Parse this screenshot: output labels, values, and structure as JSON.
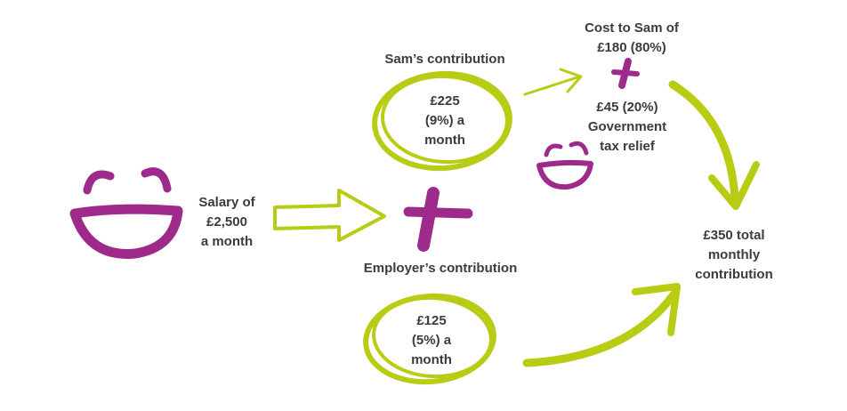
{
  "colors": {
    "green": "#b8cc14",
    "purple": "#9e2a8c",
    "text": "#3c3c3c"
  },
  "salary": {
    "line1": "Salary of",
    "line2": "£2,500",
    "line3": "a month"
  },
  "sam_contribution": {
    "title": "Sam’s contribution",
    "line1": "£225",
    "line2": "(9%) a",
    "line3": "month"
  },
  "employer_contribution": {
    "title": "Employer’s contribution",
    "line1": "£125",
    "line2": "(5%) a",
    "line3": "month"
  },
  "cost_to_sam": {
    "line1": "Cost to Sam of",
    "line2": "£180 (80%)"
  },
  "tax_relief": {
    "line1": "£45 (20%)",
    "line2": "Government",
    "line3": "tax relief"
  },
  "total": {
    "line1": "£350 total",
    "line2": "monthly",
    "line3": "contribution"
  },
  "icons": [
    "smiley-face-icon",
    "plus-icon",
    "arrow-icon"
  ]
}
